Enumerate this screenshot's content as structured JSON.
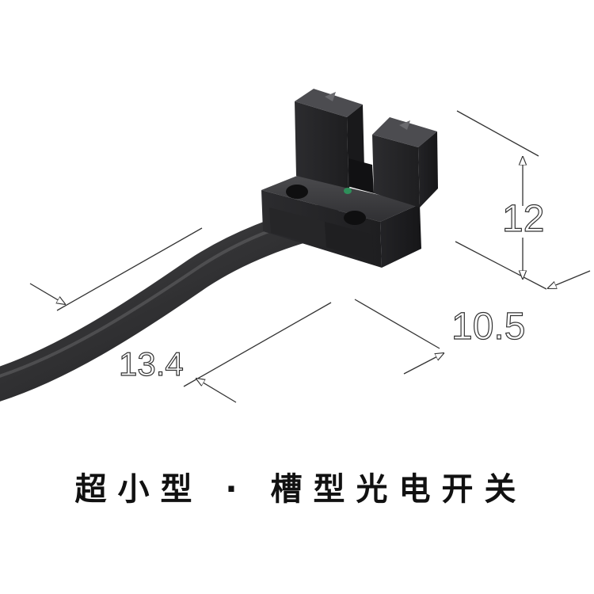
{
  "dimensions": {
    "height_label": "12",
    "depth_label": "10.5",
    "width_label": "13.4"
  },
  "caption": "超小型 · 槽型光电开关",
  "colors": {
    "sensor_body": "#2a2a2c",
    "cable": "#3a3a3c",
    "dimension_line": "#333333",
    "caption_text": "#111111"
  }
}
